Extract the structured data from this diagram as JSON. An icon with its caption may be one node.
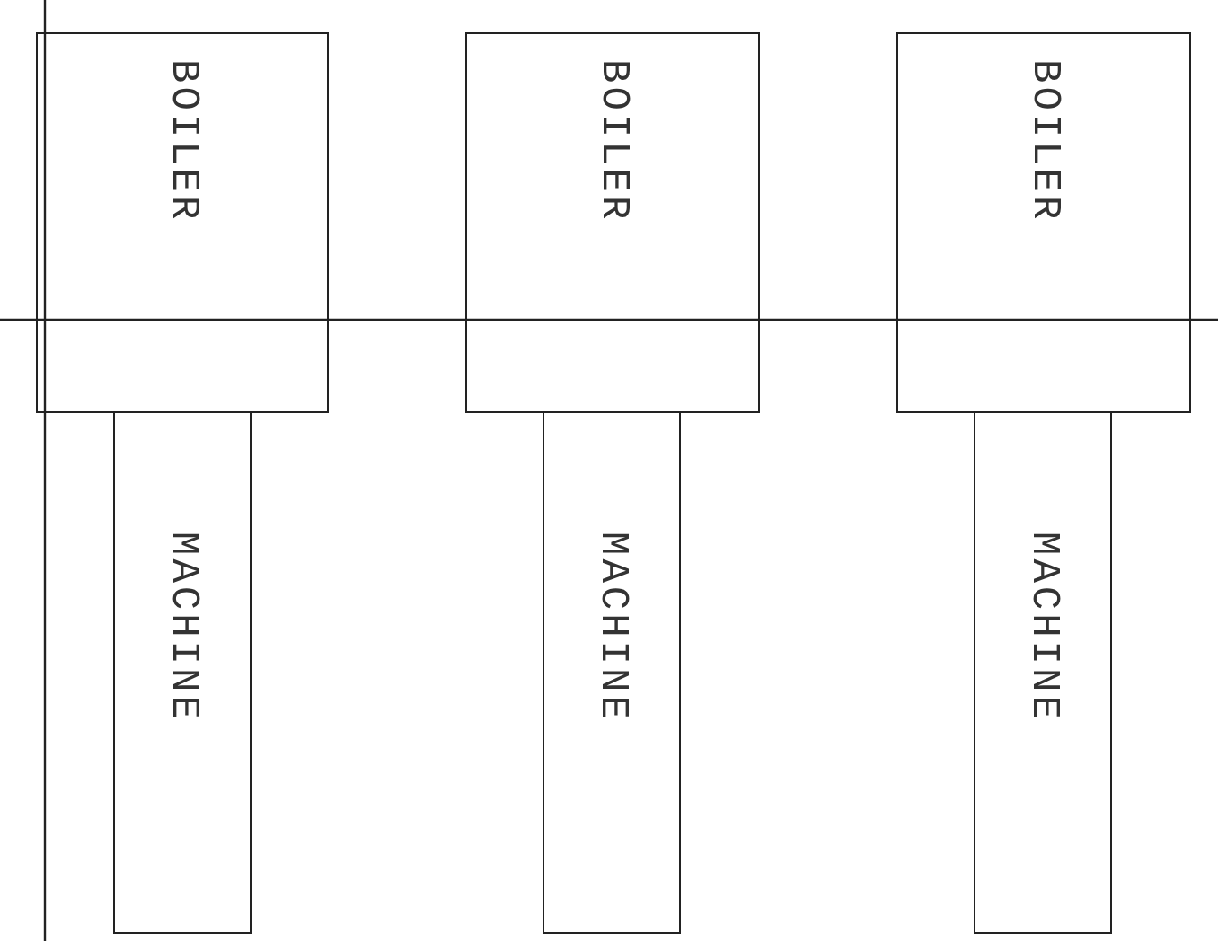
{
  "diagram": {
    "nodes": [
      {
        "text": [
          "BOILER"
        ]
      },
      {
        "text": [
          "BOILER"
        ]
      },
      {
        "text": [
          "BOILER"
        ]
      },
      {
        "text": [
          "MACHINE"
        ]
      },
      {
        "text": [
          "MACHINE"
        ]
      },
      {
        "text": [
          "MACHINE"
        ]
      }
    ]
  }
}
